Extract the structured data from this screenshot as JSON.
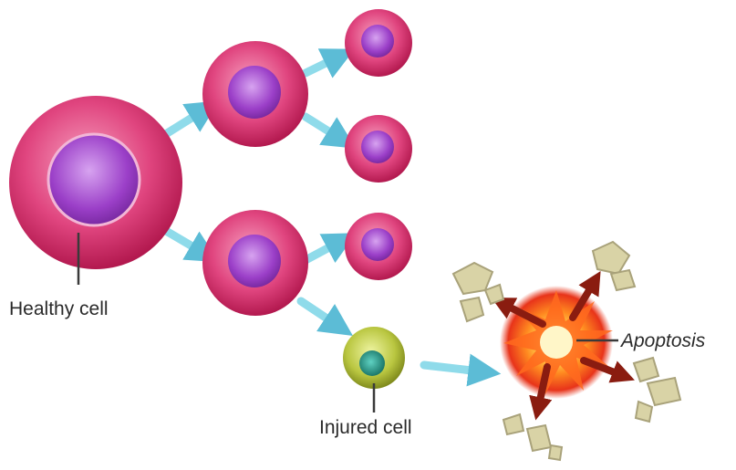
{
  "labels": {
    "healthy": "Healthy cell",
    "injured": "Injured cell",
    "apoptosis": "Apoptosis"
  },
  "colors": {
    "cell_membrane": "#d8336b",
    "cell_nucleus": "#9b3fc8",
    "injured_outer": "#b9c640",
    "injured_nucleus": "#1f8a7a",
    "arrow": "#7fd3e6",
    "burst_core": "#ffd23a",
    "burst_outer": "#f0531c",
    "debris_arrow": "#8a1c10",
    "fragment": "#d8d2a8"
  }
}
